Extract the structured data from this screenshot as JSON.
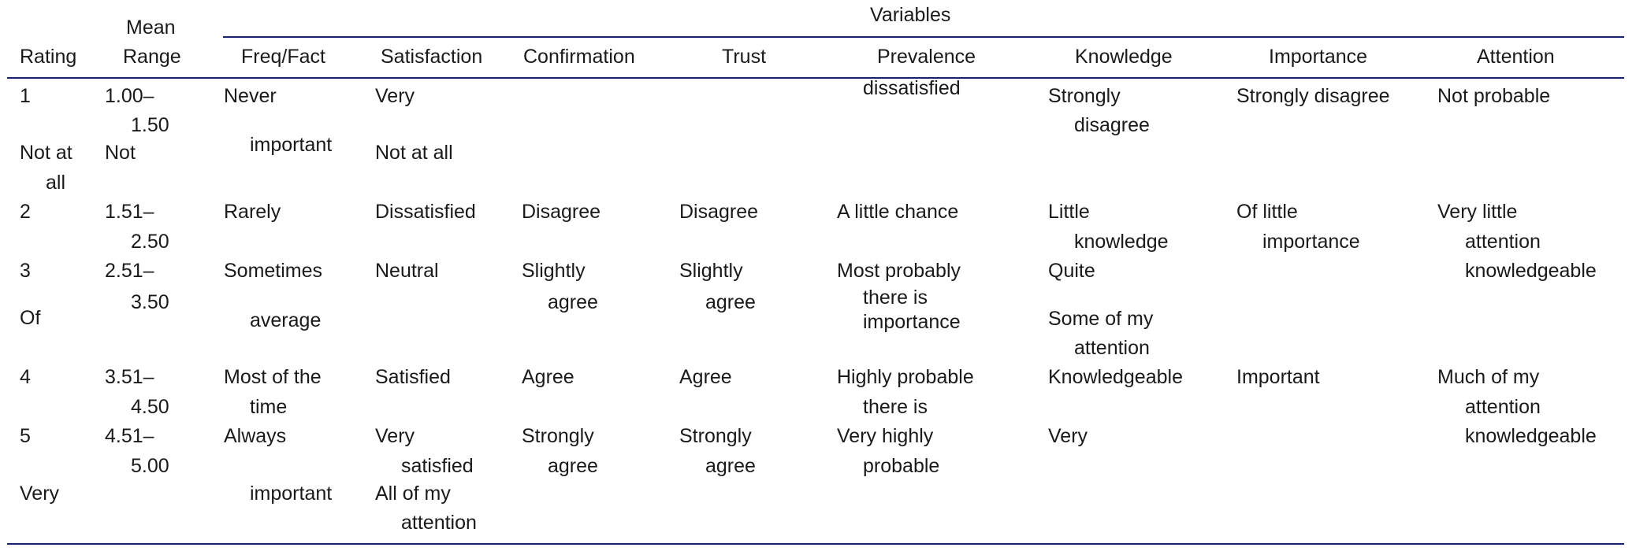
{
  "header": {
    "variables": "Variables",
    "rating": "Rating",
    "mean": "Mean",
    "range": "Range",
    "columns": [
      "Freq/Fact",
      "Satisfaction",
      "Confirmation",
      "Trust",
      "Prevalence",
      "Knowledge",
      "Importance",
      "Attention"
    ]
  },
  "rows": [
    {
      "rating": [
        "1",
        "Not at",
        "all"
      ],
      "range": [
        "1.00–",
        "1.50",
        "Not"
      ],
      "freq": [
        "Never",
        "important"
      ],
      "satisfaction": [
        "Very",
        "Not at all"
      ],
      "prevalence": [
        "dissatisfied"
      ],
      "knowledge": [
        "Strongly",
        "disagree"
      ],
      "importance": [
        "Strongly disagree"
      ],
      "attention": [
        "Not probable"
      ]
    },
    {
      "rating": [
        "2"
      ],
      "range": [
        "1.51–",
        "2.50"
      ],
      "freq": [
        "Rarely"
      ],
      "satisfaction": [
        "Dissatisfied"
      ],
      "confirmation": [
        "Disagree"
      ],
      "trust": [
        "Disagree"
      ],
      "prevalence": [
        "A little chance"
      ],
      "knowledge": [
        "Little",
        "knowledge"
      ],
      "importance": [
        "Of little",
        "importance"
      ],
      "attention": [
        "Very little",
        "attention"
      ]
    },
    {
      "rating": [
        "3",
        "Of"
      ],
      "range": [
        "2.51–",
        "3.50"
      ],
      "freq": [
        "Sometimes",
        "average"
      ],
      "satisfaction": [
        "Neutral"
      ],
      "confirmation": [
        "Slightly",
        "agree"
      ],
      "trust": [
        "Slightly",
        "agree"
      ],
      "prevalence": [
        "Most probably",
        "there is",
        "importance"
      ],
      "knowledge": [
        "Quite",
        "Some of my",
        "attention"
      ],
      "attention": [
        "knowledgeable"
      ]
    },
    {
      "rating": [
        "4"
      ],
      "range": [
        "3.51–",
        "4.50"
      ],
      "freq": [
        "Most of the",
        "time"
      ],
      "satisfaction": [
        "Satisfied"
      ],
      "confirmation": [
        "Agree"
      ],
      "trust": [
        "Agree"
      ],
      "prevalence": [
        "Highly probable",
        "there is"
      ],
      "knowledge": [
        "Knowledgeable"
      ],
      "importance": [
        "Important"
      ],
      "attention": [
        "Much of my",
        "attention"
      ]
    },
    {
      "rating": [
        "5",
        "Very"
      ],
      "range": [
        "4.51–",
        "5.00"
      ],
      "freq": [
        "Always",
        "important"
      ],
      "satisfaction": [
        "Very",
        "satisfied",
        "All of my",
        "attention"
      ],
      "confirmation": [
        "Strongly",
        "agree"
      ],
      "trust": [
        "Strongly",
        "agree"
      ],
      "prevalence": [
        "Very highly",
        "probable"
      ],
      "knowledge": [
        "Very"
      ],
      "attention": [
        "knowledgeable"
      ]
    }
  ]
}
